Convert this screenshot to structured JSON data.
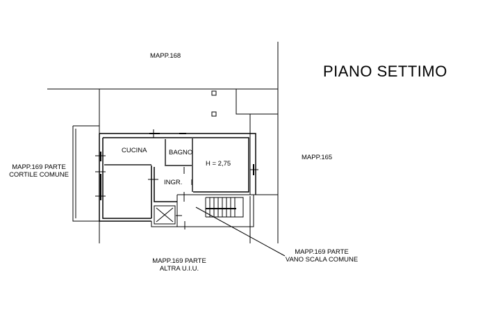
{
  "title": "PIANO SETTIMO",
  "labels": {
    "north": "MAPP.168",
    "east": "MAPP.165",
    "west_1": "MAPP.169 PARTE",
    "west_2": "CORTILE COMUNE",
    "south_1": "MAPP.169 PARTE",
    "south_2": "ALTRA U.I.U.",
    "stair_1": "MAPP.169 PARTE",
    "stair_2": "VANO SCALA COMUNE"
  },
  "rooms": {
    "kitchen": "CUCINA",
    "bathroom": "BAGNO",
    "entrance": "INGR.",
    "height": "H = 2,75"
  }
}
